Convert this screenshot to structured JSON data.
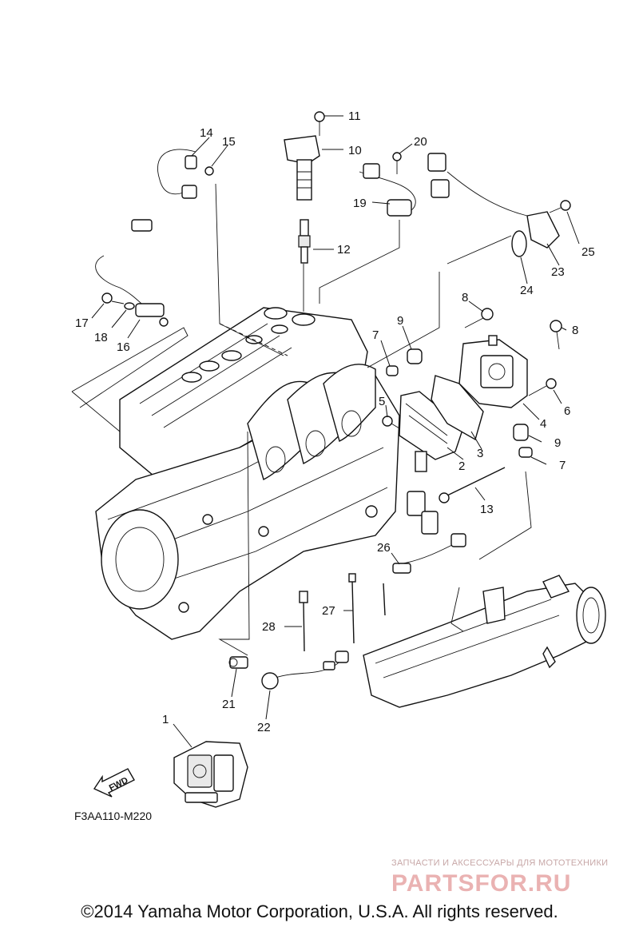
{
  "diagram": {
    "callouts": [
      "1",
      "2",
      "3",
      "4",
      "5",
      "6",
      "7",
      "7",
      "8",
      "8",
      "9",
      "9",
      "10",
      "11",
      "12",
      "13",
      "14",
      "15",
      "16",
      "17",
      "18",
      "19",
      "20",
      "21",
      "22",
      "23",
      "24",
      "25",
      "26",
      "27",
      "28"
    ],
    "fwd_label": "FWD",
    "drawing_code": "F3AA110-M220"
  },
  "watermark": {
    "tagline": "ЗАПЧАСТИ И АКСЕССУАРЫ ДЛЯ МОТОТЕХНИКИ",
    "brand": "PARTSFOR.RU"
  },
  "footer": {
    "copyright": "©2014 Yamaha Motor Corporation, U.S.A. All rights reserved."
  }
}
